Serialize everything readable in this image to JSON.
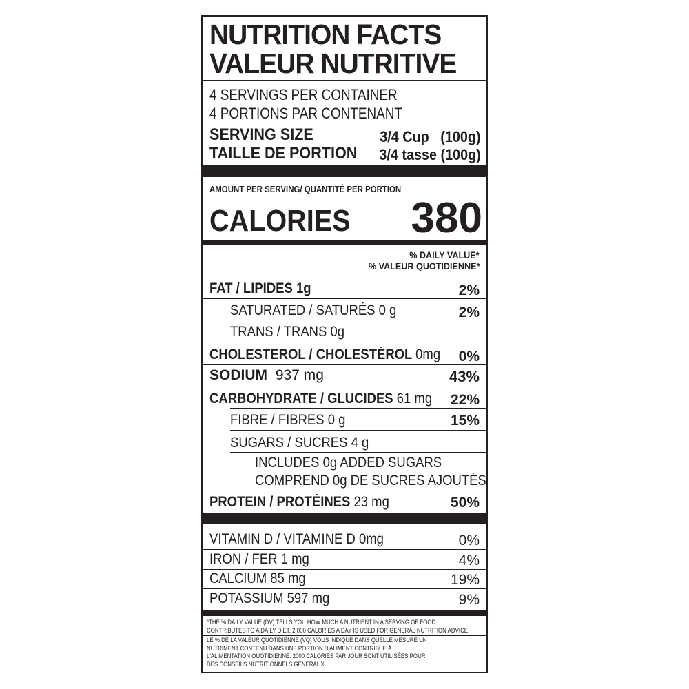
{
  "title": {
    "line1": "NUTRITION FACTS",
    "line2": "VALEUR NUTRITIVE"
  },
  "servings": {
    "en": "4 SERVINGS PER CONTAINER",
    "fr": "4 PORTIONS PAR CONTENANT",
    "size_label_en": "SERVING SIZE",
    "size_label_fr": "TAILLE DE PORTION",
    "size_value_en": "3/4 Cup   (100g)",
    "size_value_fr": "3/4 tasse (100g)"
  },
  "calories": {
    "amount_label": "AMOUNT PER SERVING/ QUANTITÉ PER PORTION",
    "label": "CALORIES",
    "value": "380"
  },
  "daily_value": {
    "en": "% DAILY VALUE*",
    "fr": "% VALEUR QUOTIDIENNE*"
  },
  "nutrients": {
    "fat": {
      "label": "FAT / LIPIDES",
      "amount": "1g",
      "pct": "2%"
    },
    "saturated": {
      "label": "SATURATED / SATURÉS 0 g",
      "pct": "2%"
    },
    "trans": {
      "label": "TRANS / TRANS 0g"
    },
    "cholesterol": {
      "label": "CHOLESTEROL / CHOLESTÉROL",
      "amount": "0mg",
      "pct": "0%"
    },
    "sodium": {
      "label": "SODIUM",
      "amount": "937 mg",
      "pct": "43%"
    },
    "carbohydrate": {
      "label": "CARBOHYDRATE / GLUCIDES",
      "amount": "61 mg",
      "pct": "22%"
    },
    "fibre": {
      "label": "FIBRE / FIBRES  0 g",
      "pct": "15%"
    },
    "sugars": {
      "label": "SUGARS / SUCRES 4 g"
    },
    "added_sugars": {
      "en": "INCLUDES 0g  ADDED SUGARS",
      "fr": "COMPREND 0g DE SUCRES AJOUTÉS"
    },
    "protein": {
      "label": "PROTEIN / PROTÉINES",
      "amount": "23 mg",
      "pct": "50%"
    }
  },
  "minerals": {
    "vitamin_d": {
      "label": "VITAMIN D / VITAMINE D 0mg",
      "pct": "0%"
    },
    "iron": {
      "label": "IRON / FER  1 mg",
      "pct": "4%"
    },
    "calcium": {
      "label": "CALCIUM 85 mg",
      "pct": "19%"
    },
    "potassium": {
      "label": "POTASSIUM 597 mg",
      "pct": "9%"
    }
  },
  "footnote": {
    "line1": "*THE % DAILY VALUE (DV) TELLS YOU HOW MUCH A NUTRIENT IN A SERVING OF FOOD",
    "line2": "CONTRIBUTES TO A DAILY DIET. 2,000 CALORIES A DAY IS USED FOR GENERAL NUTRITION ADVICE.",
    "line3": "LE % DE LA VALEUR QUOTIDIENNE (VQ) VOUS INDIQUE DANS QUELLE MESURE UN",
    "line4": "NUTRIMENT CONTENU DANS UNE PORTION D'ALIMENT CONTRIBUE À",
    "line5": "L'ALIMENTATION QUOTIDIENNE. 2000 CALORIES PAR JOUR SONT UTILISÉES POUR",
    "line6": "DES CONSEILS NUTRITIONNELS GÉNÉRAUX."
  }
}
